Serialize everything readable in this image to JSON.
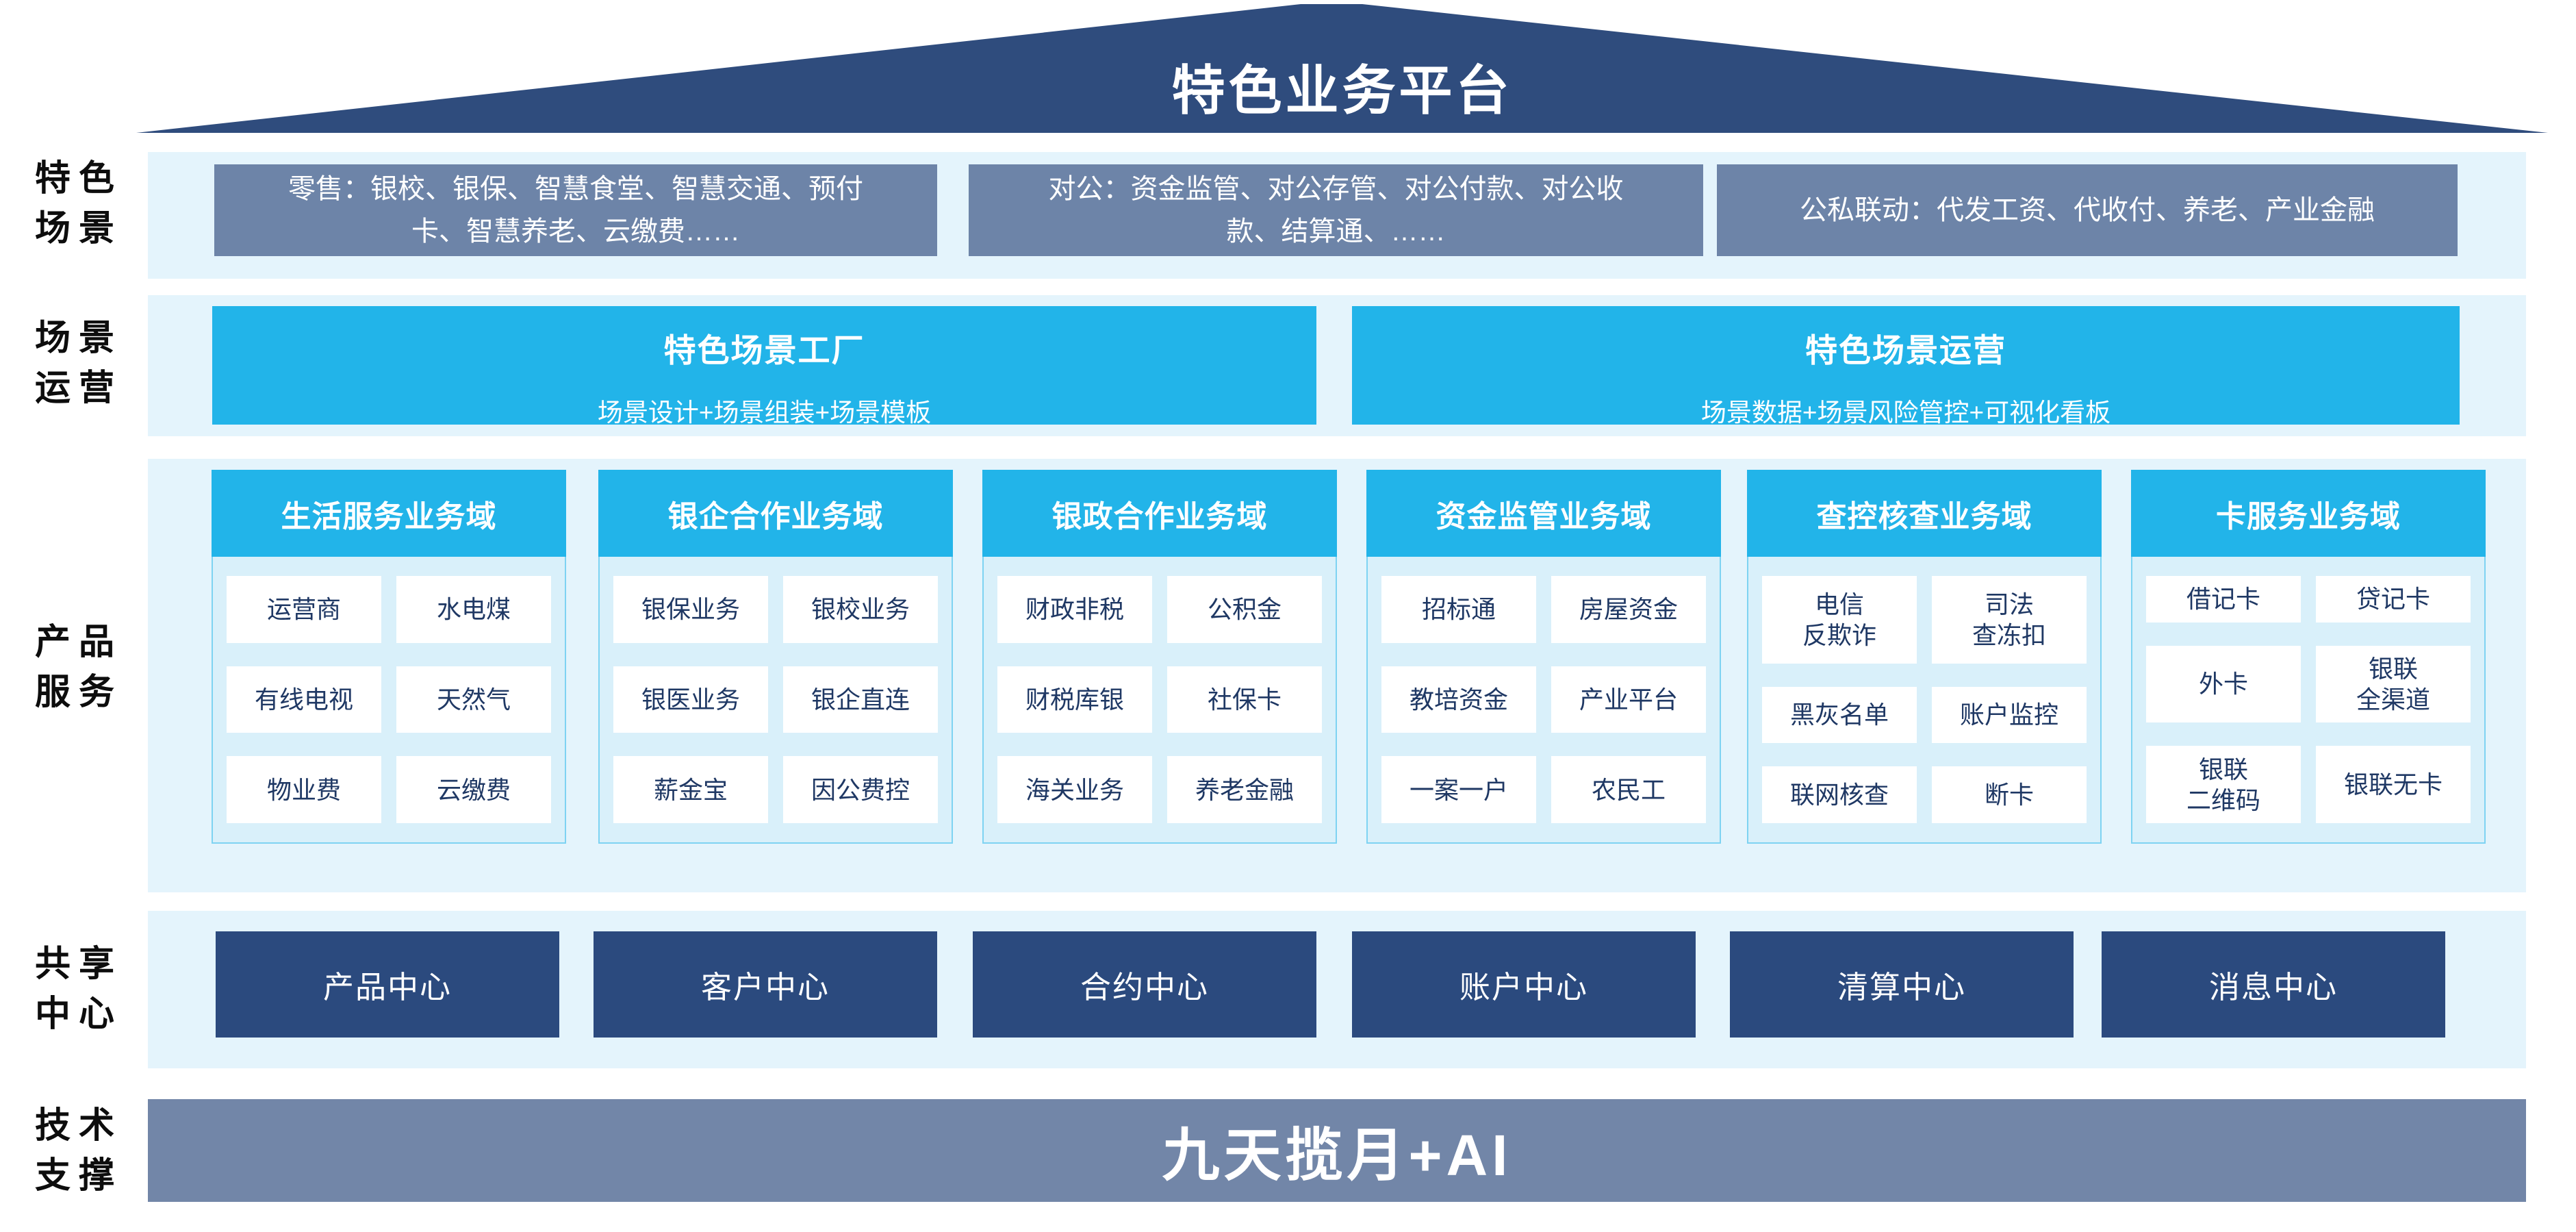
{
  "colors": {
    "roof_navy": "#2F4C7D",
    "band_light_blue": "#E4F4FC",
    "scene_box_gray_blue": "#6D84A8",
    "accent_cyan": "#22B4E9",
    "domain_body_blue": "#D9F0FA",
    "domain_border_cyan": "#7ED3F2",
    "cell_text_navy": "#1F3864",
    "center_box_navy": "#2B4A7E",
    "tech_bar_gray_blue": "#7286A8"
  },
  "roof": {
    "title": "特色业务平台"
  },
  "featured_scenes": {
    "side_label": "特色\n场景",
    "boxes": [
      "零售：银校、银保、智慧食堂、智慧交通、预付\n卡、智慧养老、云缴费……",
      "对公：资金监管、对公存管、对公付款、对公收\n款、结算通、……",
      "公私联动：代发工资、代收付、养老、产业金融"
    ]
  },
  "scene_operation": {
    "side_label": "场景\n运营",
    "boxes": [
      {
        "title": "特色场景工厂",
        "subtitle": "场景设计+场景组装+场景模板"
      },
      {
        "title": "特色场景运营",
        "subtitle": "场景数据+场景风险管控+可视化看板"
      }
    ]
  },
  "product_services": {
    "side_label": "产品\n服务",
    "domains": [
      {
        "title": "生活服务业务域",
        "items": [
          "运营商",
          "水电煤",
          "有线电视",
          "天然气",
          "物业费",
          "云缴费"
        ]
      },
      {
        "title": "银企合作业务域",
        "items": [
          "银保业务",
          "银校业务",
          "银医业务",
          "银企直连",
          "薪金宝",
          "因公费控"
        ]
      },
      {
        "title": "银政合作业务域",
        "items": [
          "财政非税",
          "公积金",
          "财税库银",
          "社保卡",
          "海关业务",
          "养老金融"
        ]
      },
      {
        "title": "资金监管业务域",
        "items": [
          "招标通",
          "房屋资金",
          "教培资金",
          "产业平台",
          "一案一户",
          "农民工"
        ]
      },
      {
        "title": "查控核查业务域",
        "items": [
          "电信\n反欺诈",
          "司法\n查冻扣",
          "黑灰名单",
          "账户监控",
          "联网核查",
          "断卡"
        ]
      },
      {
        "title": "卡服务业务域",
        "items": [
          "借记卡",
          "贷记卡",
          "外卡",
          "银联\n全渠道",
          "银联\n二维码",
          "银联无卡"
        ]
      }
    ]
  },
  "shared_center": {
    "side_label": "共享\n中心",
    "boxes": [
      "产品中心",
      "客户中心",
      "合约中心",
      "账户中心",
      "清算中心",
      "消息中心"
    ]
  },
  "tech_support": {
    "side_label": "技术\n支撑",
    "title": "九天揽月+AI"
  }
}
